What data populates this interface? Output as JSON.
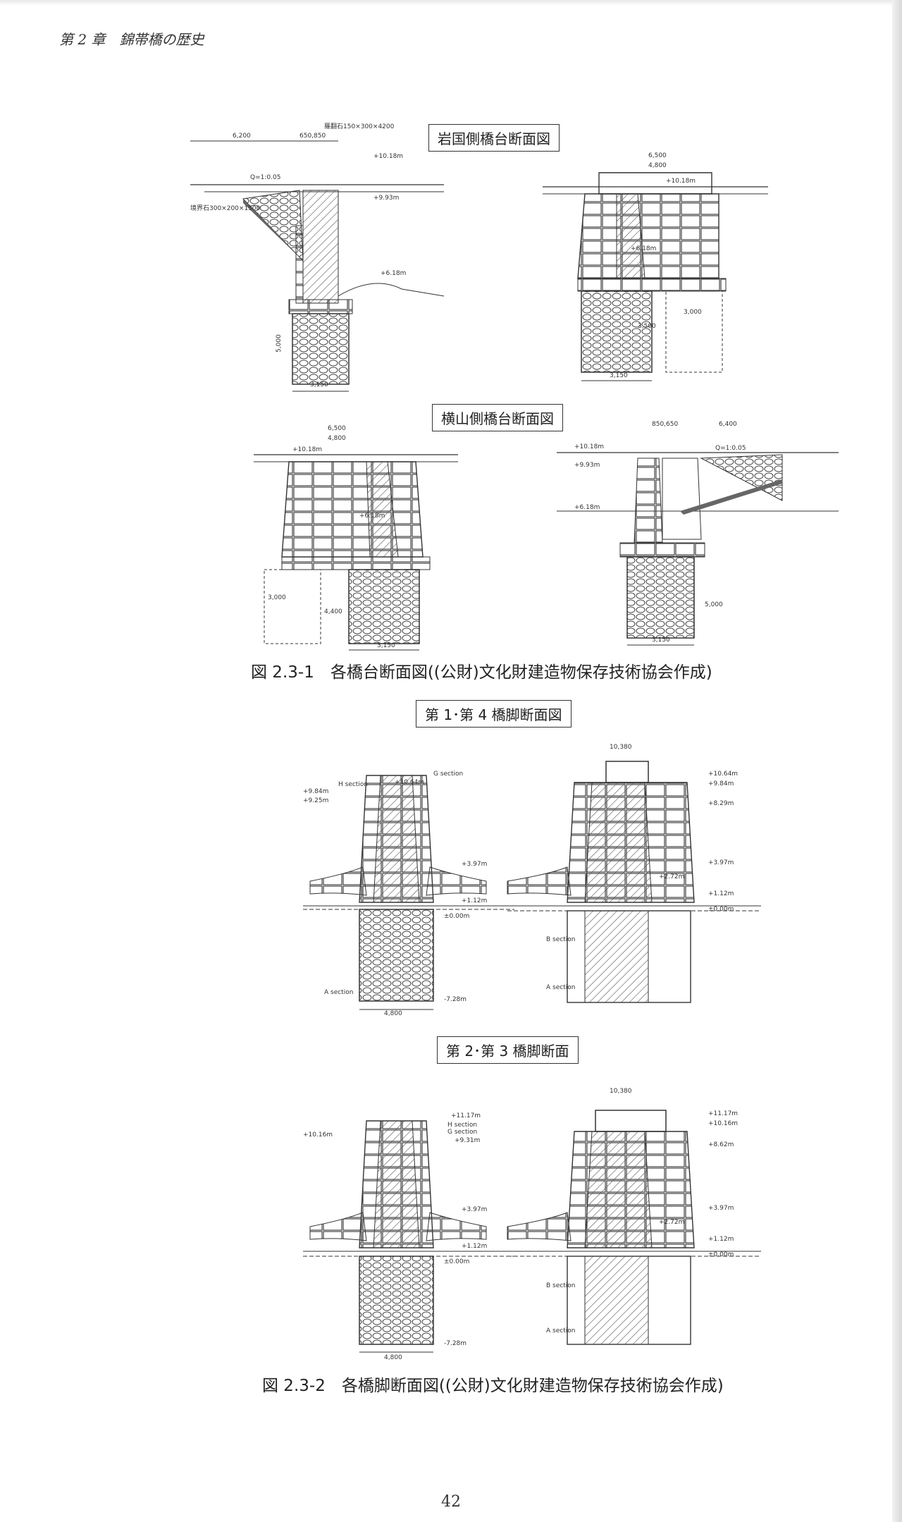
{
  "running_head": "第 2 章　錦帯橋の歴史",
  "sections": {
    "iwakuni_label": "岩国側橋台断面図",
    "yokoyama_label": "横山側橋台断面図",
    "pier14_label": "第 1･第 4 橋脚断面図",
    "pier23_label": "第 2･第 3 橋脚断面"
  },
  "captions": {
    "fig_2_3_1": "図 2.3-1　各橋台断面図((公財)文化財建造物保存技術協会作成)",
    "fig_2_3_2": "図 2.3-2　各橋脚断面図((公財)文化財建造物保存技術協会作成)"
  },
  "drawing_labels": {
    "a_w1": "6,200",
    "a_w2": "650,850",
    "a_ishi": "羅翻石150×300×4200",
    "a_ele1": "+10.18m",
    "a_ele2": "+9.93m",
    "a_ele3": "+6.18m",
    "a_slope": "Q=1:0.05",
    "a_kyokai": "境界石300×200×1500",
    "a_base": "3,150",
    "a_depth": "5,000",
    "b_w1": "6,500",
    "b_w2": "4,800",
    "b_ele1": "+10.18m",
    "b_ele2": "+6.18m",
    "b_base": "3,150",
    "b_d1": "3,500",
    "b_d2": "3,000",
    "c_w1": "6,500",
    "c_w2": "4,800",
    "c_ele1": "+10.18m",
    "c_ele2": "+6.18m",
    "c_base": "3,150",
    "c_d1": "3,000",
    "c_d2": "4,400",
    "d_w1": "850,650",
    "d_w2": "6,400",
    "d_ele1": "+10.18m",
    "d_ele2": "+9.93m",
    "d_ele3": "+6.18m",
    "d_slope": "Q=1:0.05",
    "d_base": "3,150",
    "d_depth": "5,000",
    "p1_ele1": "+10.64m",
    "p1_ele2": "+9.84m",
    "p1_ele3": "+9.25m",
    "p1_ele4": "+3.97m",
    "p1_ele5": "+1.12m",
    "p1_ele6": "±0.00m",
    "p1_ele7": "-7.28m",
    "p1_w": "4,800",
    "p1_sec1": "H section",
    "p1_sec2": "G section",
    "p1_sec3": "A section",
    "p2_ele1": "+10.64m",
    "p2_ele2": "+9.84m",
    "p2_ele3": "+8.29m",
    "p2_ele4": "+3.97m",
    "p2_ele5": "+2.72m",
    "p2_ele6": "+1.12m",
    "p2_ele7": "±0.00m",
    "p2_w": "10,380",
    "p2_sec1": "B section",
    "p2_sec2": "A section",
    "p3_ele1": "+11.17m",
    "p3_ele2": "+10.16m",
    "p3_ele3": "+9.31m",
    "p3_ele4": "+3.97m",
    "p3_ele5": "+1.12m",
    "p3_ele6": "±0.00m",
    "p3_ele7": "-7.28m",
    "p3_w": "4,800",
    "p3_sec1": "H section",
    "p3_sec2": "G section",
    "p4_ele1": "+11.17m",
    "p4_ele2": "+10.16m",
    "p4_ele3": "+8.62m",
    "p4_ele4": "+3.97m",
    "p4_ele5": "+2.72m",
    "p4_ele6": "+1.12m",
    "p4_ele7": "±0.00m",
    "p4_w": "10,380",
    "p4_sec1": "B section",
    "p4_sec2": "A section"
  },
  "page_number": "42"
}
